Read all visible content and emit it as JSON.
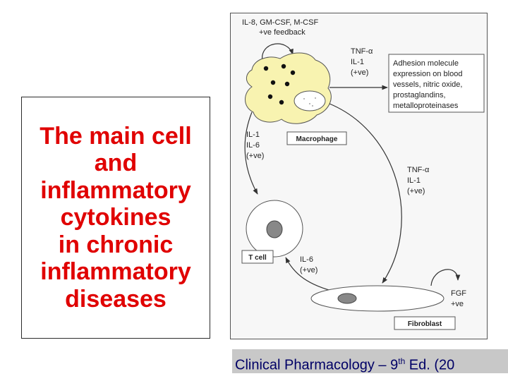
{
  "title_lines": [
    "The main cell",
    "and",
    "inflammatory",
    "cytokines",
    "in chronic",
    "inflammatory",
    "diseases"
  ],
  "diagram": {
    "top_feedback": [
      "IL-8, GM-CSF, M-CSF",
      "+ve feedback"
    ],
    "tnf_il1_top": [
      "TNF-α",
      "IL-1",
      "(+ve)"
    ],
    "adhesion_box": [
      "Adhesion molecule",
      "expression on blood",
      "vessels, nitric oxide,",
      "prostaglandins,",
      "metalloproteinases"
    ],
    "il1_il6_left": [
      "IL-1",
      "IL-6",
      "(+ve)"
    ],
    "macrophage_label": "Macrophage",
    "tnf_il1_right": [
      "TNF-α",
      "IL-1",
      "(+ve)"
    ],
    "tcell_label": "T cell",
    "il6_bottom": [
      "IL-6",
      "(+ve)"
    ],
    "fgf_label": [
      "FGF",
      "+ve"
    ],
    "fibroblast_label": "Fibroblast"
  },
  "citation": {
    "prefix": "Clinical Pharmacology – 9",
    "superscript": "th",
    "suffix": " Ed. (20"
  },
  "colors": {
    "title": "#e00000",
    "macrophage_fill": "#f8f3b0",
    "nucleus_fill": "#888888",
    "citation_text": "#000066"
  }
}
